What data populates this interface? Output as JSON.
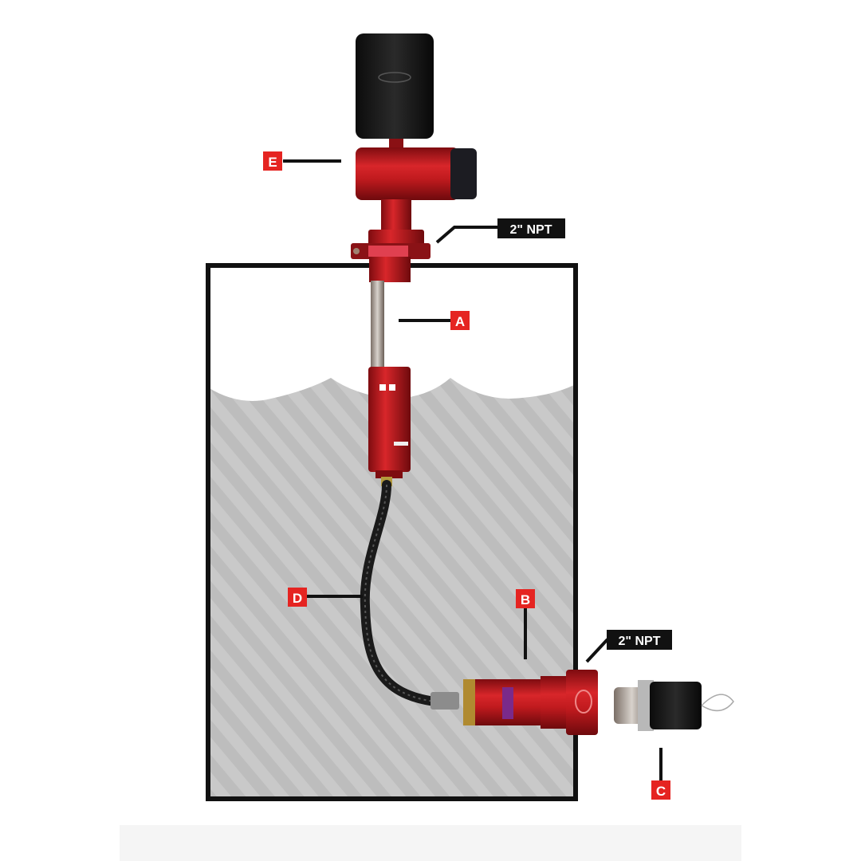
{
  "colors": {
    "label_red": "#e52421",
    "label_black": "#111111",
    "tank_border": "#111111",
    "liquid": "#c6c6c6",
    "component_red": "#b8141a"
  },
  "labels": {
    "a": "A",
    "b": "B",
    "c": "C",
    "d": "D",
    "e": "E"
  },
  "callouts": {
    "top_thread": "2\" NPT",
    "side_thread": "2\" NPT"
  }
}
